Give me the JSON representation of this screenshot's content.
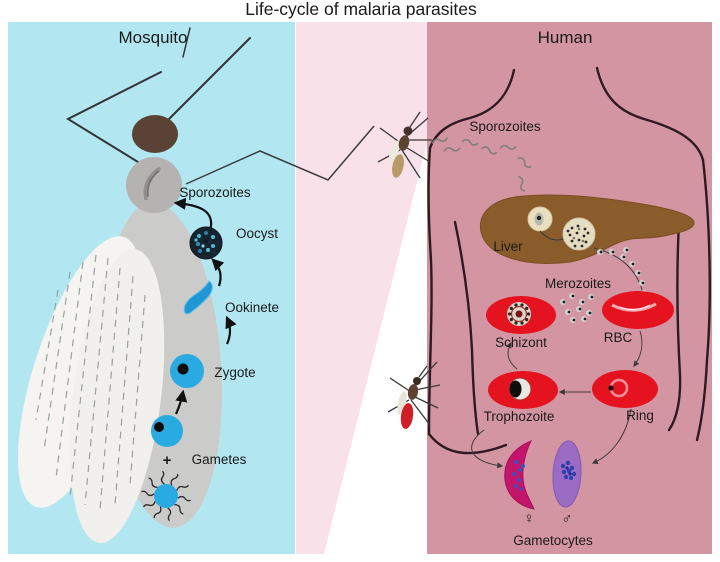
{
  "title": "Life-cycle of malaria parasites",
  "mosquito_panel": {
    "label": "Mosquito",
    "stages": {
      "sporozoites": "Sporozoites",
      "oocyst": "Oocyst",
      "ookinete": "Ookinete",
      "zygote": "Zygote",
      "plus": "+",
      "gametes": "Gametes"
    }
  },
  "human_panel": {
    "label": "Human",
    "stages": {
      "sporozoites": "Sporozoites",
      "liver": "Liver",
      "merozoites": "Merozoites",
      "rbc": "RBC",
      "schizont": "Schizont",
      "ring": "Ring",
      "trophozoite": "Trophozoite",
      "female_symbol": "♀",
      "male_symbol": "♂",
      "gametocytes": "Gametocytes"
    }
  },
  "colors": {
    "mosquito_bg": "#b2e7f2",
    "human_bg": "#d495a2",
    "beam_pink": "#f8e1e8",
    "stage_blue": "#29abe2",
    "blood_red": "#e5121f",
    "liver_brown": "#8a5c2b",
    "female_gametocyte": "#c4156c",
    "male_gametocyte": "#9b6cc3",
    "oocyst_dark": "#17242f"
  }
}
